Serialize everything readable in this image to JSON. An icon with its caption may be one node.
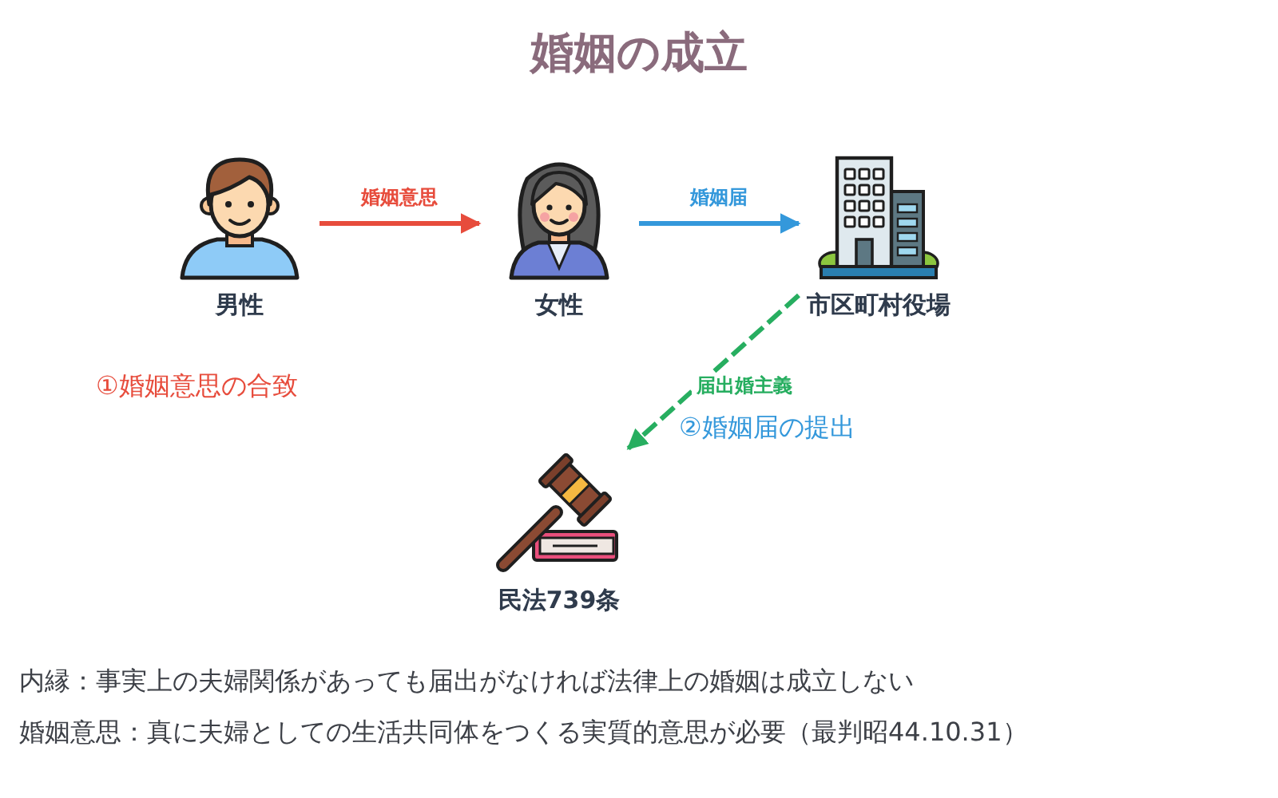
{
  "diagram": {
    "title": "婚姻の成立",
    "nodes": [
      {
        "text": [
          "男性"
        ]
      },
      {
        "text": [
          "女性"
        ]
      },
      {
        "text": [
          "市区町村役場"
        ]
      },
      {
        "text": [
          "民法739条"
        ]
      }
    ],
    "edges": [
      {
        "from": 0,
        "to": 1,
        "arrow": "to",
        "label": "婚姻意思",
        "color": "#e74c3c"
      },
      {
        "from": 1,
        "to": 2,
        "arrow": "to",
        "label": "婚姻届",
        "color": "#3498db"
      },
      {
        "from": 2,
        "to": 3,
        "arrow": "to",
        "label": "届出婚主義",
        "style": "dashed",
        "color": "#27ae60"
      }
    ],
    "labels": [
      "①婚姻意思の合致",
      "②婚姻届の提出",
      "内縁：事実上の夫婦関係があっても届出がなければ法律上の婚姻は成立しない",
      "婚姻意思：真に夫婦としての生活共同体をつくる実質的意思が必要（最判昭44.10.31）"
    ]
  }
}
